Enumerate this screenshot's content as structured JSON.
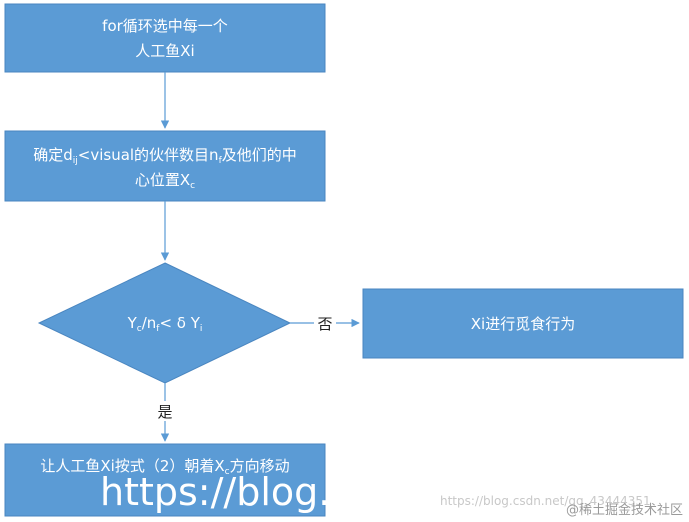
{
  "nodes": {
    "step1": {
      "line1": "for循环选中每一个",
      "line2": "人工鱼Xi"
    },
    "step2": {
      "line1_a": "确定d",
      "line1_sub": "ij",
      "line1_b": "<visual的伙伴数目n",
      "line1_sub2": "f",
      "line1_c": "及他们的中",
      "line2_a": "心位置X",
      "line2_sub": "c"
    },
    "decision": {
      "a": "Y",
      "a_sub": "c",
      "b": "/n",
      "b_sub": "f",
      "c": "< δ Y",
      "c_sub": "i"
    },
    "no_branch": {
      "label": "Xi进行觅食行为"
    },
    "yes_branch": {
      "label_a": "让人工鱼Xi按式（2）朝着X",
      "label_sub": "c",
      "label_b": "方向移动"
    }
  },
  "edges": {
    "no_label": "否",
    "yes_label": "是"
  },
  "watermarks": {
    "big": "https://blog.c",
    "url": "https://blog.csdn.net/qq_43444351",
    "community": "@稀土掘金技术社区"
  },
  "colors": {
    "node_fill": "#5b9bd5",
    "node_stroke": "#4a86c0",
    "arrow": "#5b9bd5",
    "node_text": "#ffffff"
  }
}
